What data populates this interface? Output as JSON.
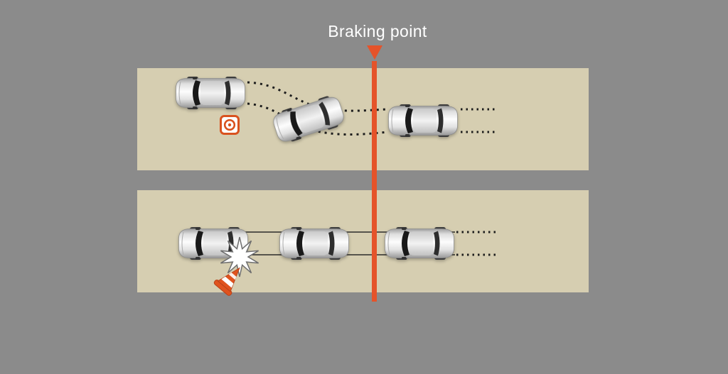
{
  "title": {
    "label": "Braking point"
  },
  "colors": {
    "background": "#8b8b8b",
    "road": "#d6ceb1",
    "accent": "#e5532a",
    "trail": "#1d1d1d"
  },
  "scenes": {
    "top": {
      "name": "swerve-avoidance-lane",
      "car_count": 3,
      "icons": [
        "brake-indicator-icon"
      ]
    },
    "bottom": {
      "name": "straight-braking-lane",
      "car_count": 3,
      "icons": [
        "collision-impact-icon",
        "traffic-cone-icon"
      ]
    }
  }
}
